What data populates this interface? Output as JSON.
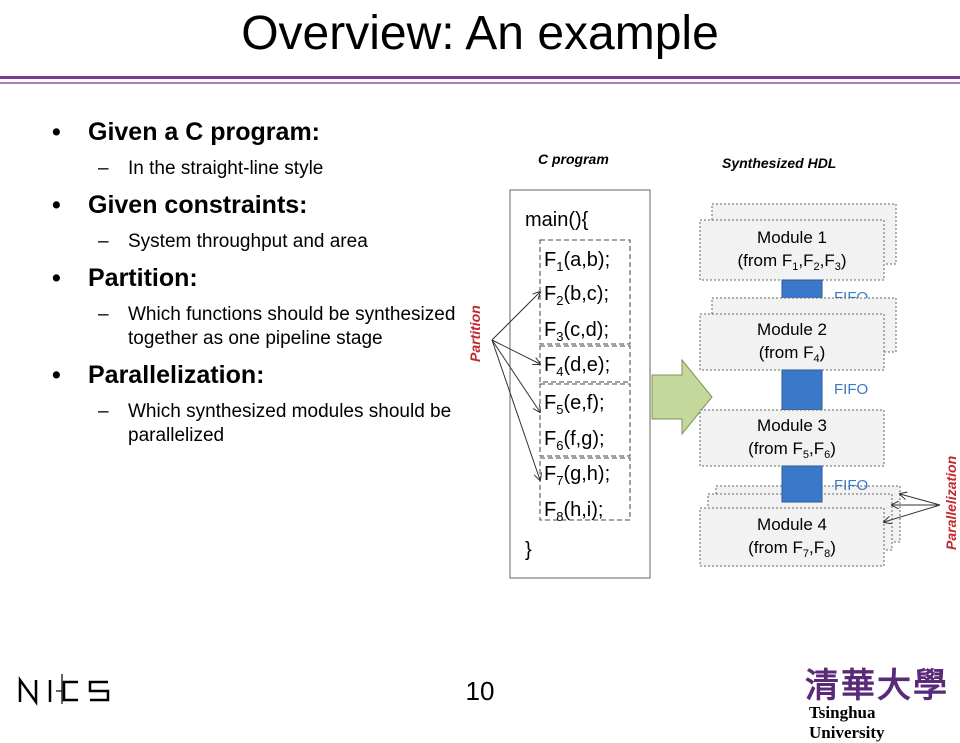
{
  "slide": {
    "title": "Overview: An example",
    "page_number": "10"
  },
  "bullets": [
    {
      "label": "Given a C program:",
      "sub": [
        "In the straight-line style"
      ]
    },
    {
      "label": "Given constraints:",
      "sub": [
        "System throughput and area"
      ]
    },
    {
      "label": "Partition:",
      "sub": [
        "Which functions should be synthesized together as one pipeline stage"
      ]
    },
    {
      "label": "Parallelization:",
      "sub": [
        "Which synthesized modules should be parallelized"
      ]
    }
  ],
  "diagram": {
    "c_program_label": "C program",
    "hdl_label": "Synthesized HDL",
    "code_open": "main(){",
    "code_close": "}",
    "partition_label": "Partition",
    "parallelization_label": "Parallelization",
    "fifo_label": "FIFO",
    "module1": {
      "title": "Module 1"
    },
    "module2": {
      "title": "Module 2"
    },
    "module3": {
      "title": "Module 3"
    },
    "module4": {
      "title": "Module 4"
    },
    "colors": {
      "fifo": "#3a78c9",
      "partition_red": "#c0282c",
      "arrow_green": "#c5d89b"
    }
  },
  "logos": {
    "left_text": "NICS",
    "right_chars": "清華大學",
    "right_text": "Tsinghua University"
  }
}
